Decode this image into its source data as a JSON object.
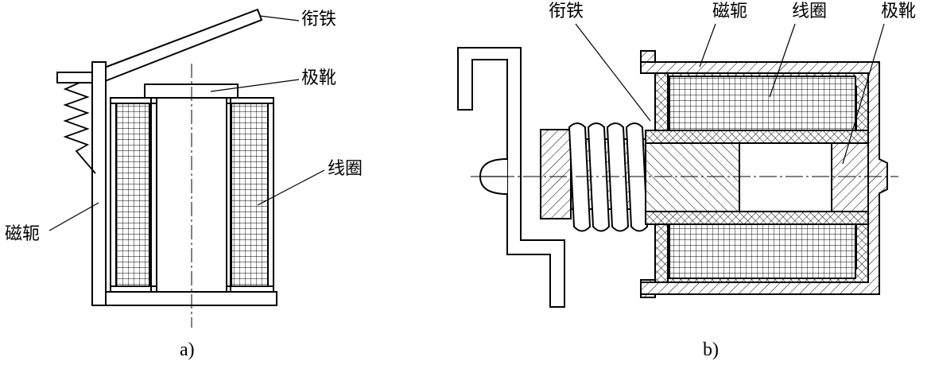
{
  "figure_a": {
    "caption": "a)",
    "labels": {
      "armature": "衔铁",
      "pole_shoe": "极靴",
      "coil": "线圈",
      "yoke": "磁轭"
    }
  },
  "figure_b": {
    "caption": "b)",
    "labels": {
      "armature": "衔铁",
      "yoke": "磁轭",
      "coil": "线圈",
      "pole_shoe": "极靴"
    }
  }
}
